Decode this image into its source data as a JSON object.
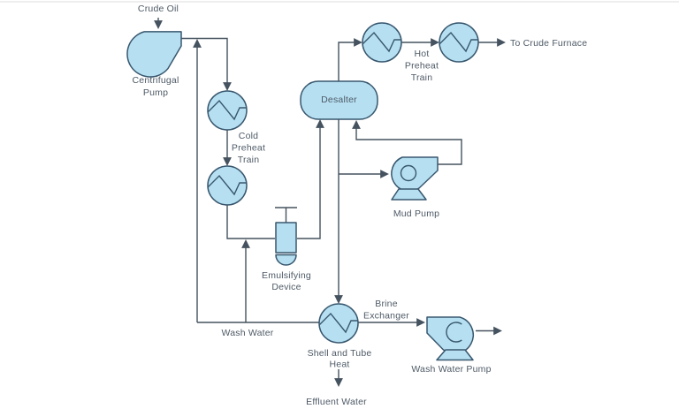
{
  "colors": {
    "background": "#ffffff",
    "shape-fill": "#b6e0f2",
    "shape-stroke": "#38576e",
    "line": "#45525f",
    "label": "#4e5a66",
    "top-border": "#e8e8e8"
  },
  "nodes": {
    "crude_oil_source": {
      "label": "Crude Oil"
    },
    "centrifugal_pump": {
      "label_lines": [
        "Centrifugal",
        "Pump"
      ]
    },
    "cold_preheat_train": {
      "label_lines": [
        "Cold",
        "Preheat",
        "Train"
      ]
    },
    "desalter": {
      "label": "Desalter"
    },
    "hot_preheat_train": {
      "label_lines": [
        "Hot",
        "Preheat",
        "Train"
      ]
    },
    "crude_furnace_out": {
      "label": "To Crude Furnace"
    },
    "mud_pump": {
      "label": "Mud Pump"
    },
    "emulsifying_device": {
      "label_lines": [
        "Emulsifying",
        "Device"
      ]
    },
    "wash_water_line": {
      "label": "Wash Water"
    },
    "shell_and_tube_heat": {
      "label_lines": [
        "Shell and Tube",
        "Heat"
      ]
    },
    "brine_exchanger": {
      "label_lines": [
        "Brine",
        "Exchanger"
      ]
    },
    "wash_water_pump": {
      "label": "Wash Water Pump"
    },
    "effluent_water_out": {
      "label": "Effluent Water"
    }
  }
}
